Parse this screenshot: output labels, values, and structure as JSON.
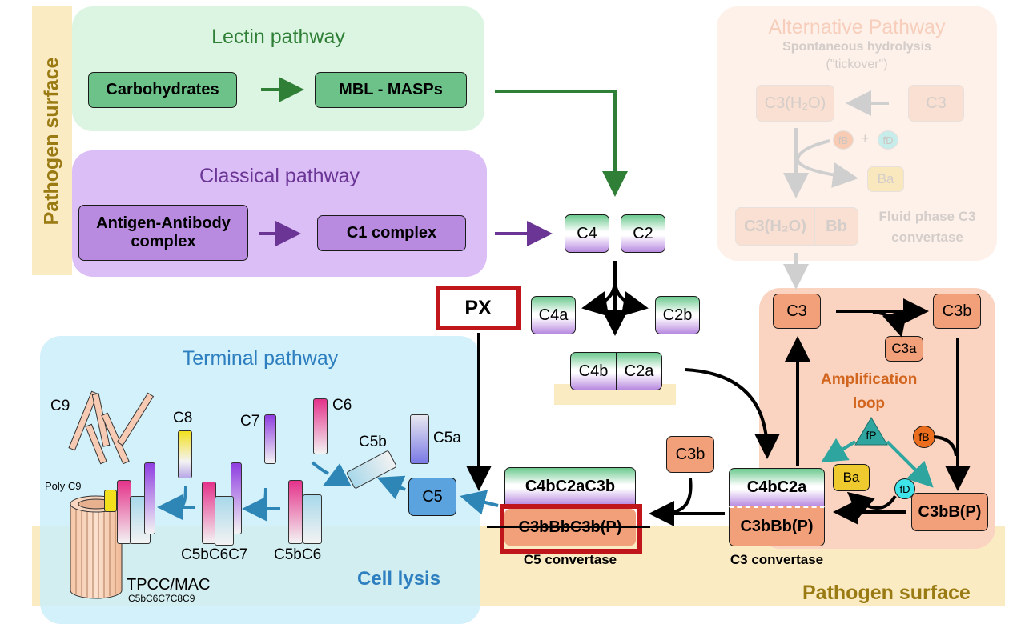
{
  "side_label": "Pathogen surface",
  "bottom_label": "Pathogen surface",
  "lectin": {
    "title": "Lectin pathway",
    "carbohydrates": "Carbohydrates",
    "mbl": "MBL - MASPs"
  },
  "classical": {
    "title": "Classical pathway",
    "antigen": "Antigen-Antibody complex",
    "c1": "C1 complex"
  },
  "alternative": {
    "title": "Alternative Pathway",
    "subtitle": "Spontaneous hydrolysis",
    "subtitle2": "(\"tickover\")",
    "c3h2o": "C3(H₂O)",
    "c3": "C3",
    "fB": "fB",
    "plus": "+",
    "fD": "fD",
    "ba": "Ba",
    "conv_left": "C3(H₂O)",
    "conv_right": "Bb",
    "conv_label": "Fluid phase C3 convertase"
  },
  "c4": "C4",
  "c2": "C2",
  "c4a": "C4a",
  "c2b": "C2b",
  "c4b": "C4b",
  "c2a": "C2a",
  "px": "PX",
  "amplification": {
    "c3": "C3",
    "c3b": "C3b",
    "c3a": "C3a",
    "label": "Amplification loop",
    "fP": "fP",
    "fB": "fB",
    "fD": "fD",
    "ba": "Ba",
    "c3bBP": "C3bB(P)"
  },
  "c3_convertase": {
    "top": "C4bC2a",
    "bottom": "C3bBb(P)",
    "label": "C3 convertase"
  },
  "c5_convertase": {
    "top": "C4bC2aC3b",
    "bottom": "C3bBbC3b(P)",
    "label": "C5 convertase"
  },
  "c3b_free": "C3b",
  "terminal": {
    "title": "Terminal pathway",
    "c5": "C5",
    "c5a": "C5a",
    "c5b": "C5b",
    "c6": "C6",
    "c7": "C7",
    "c8": "C8",
    "c9": "C9",
    "c5bc6": "C5bC6",
    "c5bc6c7": "C5bC6C7",
    "poly_c9": "Poly C9",
    "mac": "TPCC/MAC",
    "mac_sub": "C5bC6C7C8C9",
    "cell_lysis": "Cell lysis"
  },
  "colors": {
    "lectin_bg": "#dcf5e2",
    "lectin_node": "#6dc28a",
    "lectin_arrow": "#2f7f36",
    "classical_bg": "#dbbef5",
    "classical_node": "#b98be0",
    "classical_arrow": "#6b3596",
    "terminal_bg": "#d6f1f8",
    "terminal_title": "#2e7fbf",
    "amp_bg": "#fad4c1",
    "amp_node": "#f2a07a",
    "amp_label": "#d2651e",
    "teal": "#2fa5a0",
    "surface_band": "#fbebc3",
    "px_border": "#c0161b"
  }
}
